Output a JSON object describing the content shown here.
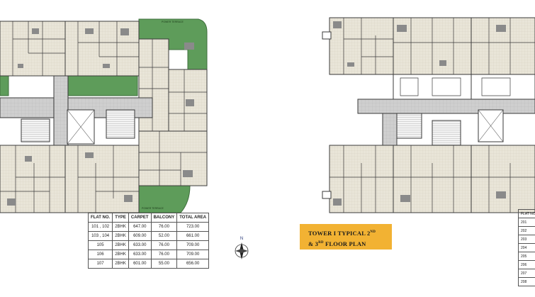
{
  "title": {
    "line1_a": "TOWER I  TYPICAL 2",
    "line1_sup": "ND",
    "line2_a": "& 3",
    "line2_sup": "RD",
    "line2_b": " FLOOR PLAN"
  },
  "compass": {
    "label": "N",
    "icon": "north-arrow-icon"
  },
  "area_table": {
    "headers": [
      "FLAT NO.",
      "TYPE",
      "CARPET",
      "BALCONY",
      "TOTAL AREA"
    ],
    "rows": [
      [
        "101 , 102",
        "2BHK",
        "647.00",
        "76.00",
        "723.00"
      ],
      [
        "103 , 104",
        "2BHK",
        "609.00",
        "52.00",
        "661.00"
      ],
      [
        "105",
        "2BHK",
        "633.00",
        "76.00",
        "709.00"
      ],
      [
        "106",
        "2BHK",
        "633.00",
        "76.00",
        "709.00"
      ],
      [
        "107",
        "2BHK",
        "601.00",
        "55.00",
        "656.00"
      ]
    ]
  },
  "area_table_right": {
    "header": "FLAT NO.",
    "rows": [
      "201",
      "202",
      "203",
      "204",
      "205",
      "206",
      "207",
      "208"
    ]
  },
  "plan_labels": {
    "terrace_top": "POWER TERRACE",
    "terrace_bottom": "POWER TERRACE"
  },
  "colors": {
    "wall": "#3a3a3a",
    "floor": "#e6e1d3",
    "landscape": "#5e9c5a",
    "lobby": "#c8c8c8",
    "title_box": "#f2b233"
  }
}
